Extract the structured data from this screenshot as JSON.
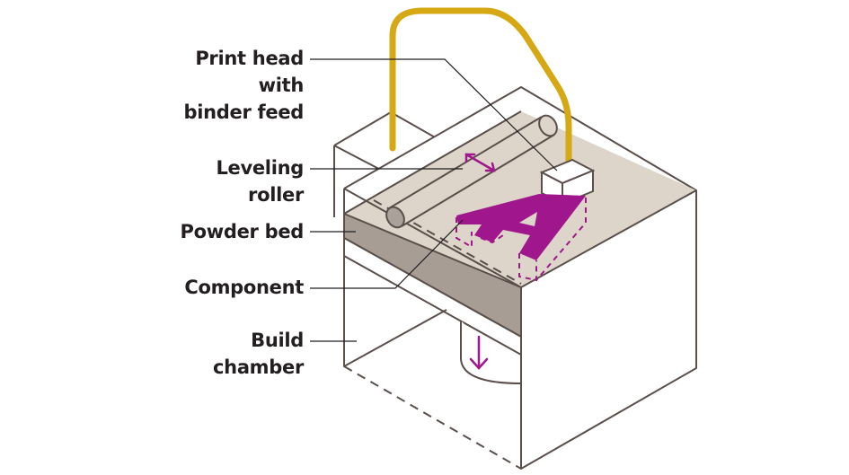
{
  "labels": {
    "print_head": [
      "Print head",
      "with",
      "binder feed"
    ],
    "leveling_roller": [
      "Leveling",
      "roller"
    ],
    "powder_bed": "Powder bed",
    "component": "Component",
    "build_chamber": [
      "Build",
      "chamber"
    ]
  },
  "colors": {
    "outline": "#5a4f4a",
    "powder": "#ddd5c9",
    "powder_side": "#a79d95",
    "accent": "#a0168c",
    "tube": "#d6a814"
  }
}
